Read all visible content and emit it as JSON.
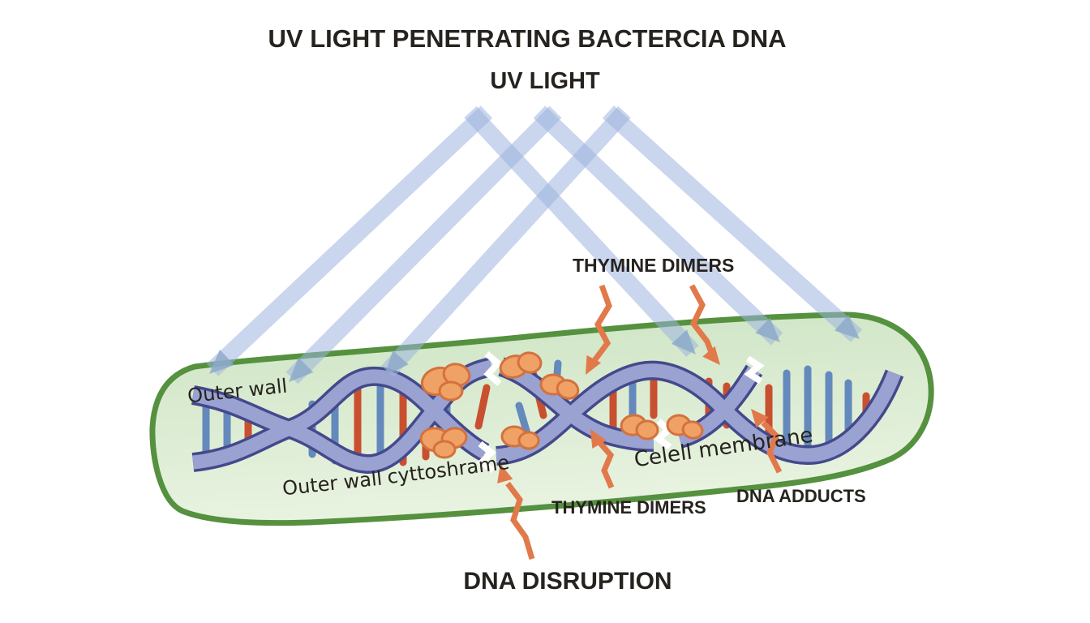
{
  "title": "UV LIGHT PENETRATING BACTERCIA DNA",
  "subtitle": "UV LIGHT",
  "labels": {
    "thymine_dimers_top": "THYMINE DIMERS",
    "outer_wall_left": "Outer wall",
    "outer_wall_bottom": "Outer wall",
    "cytoplasm": "cyttoshrame",
    "cell_membrane": "Celell membrane",
    "thymine_dimers_bottom": "THYMINE DIMERS",
    "dna_adducts": "DNA ADDUCTS",
    "dna_disruption": "DNA DISRUPTION"
  },
  "colors": {
    "text_dark": "#26221e",
    "uv_beam": "#9db4de",
    "uv_beam_arrowhead": "#8ca7c9",
    "capsule_border": "#55913f",
    "capsule_fill_top": "#cde4c3",
    "capsule_fill_bottom": "#e9f3e1",
    "dna_strand_fill": "#99a2d0",
    "dna_strand_outline": "#44498c",
    "rung_blue": "#6489bd",
    "rung_red": "#c8502f",
    "dimer_fill": "#f0a266",
    "dimer_outline": "#d4713c",
    "zigzag_arrow": "#e2794a"
  }
}
